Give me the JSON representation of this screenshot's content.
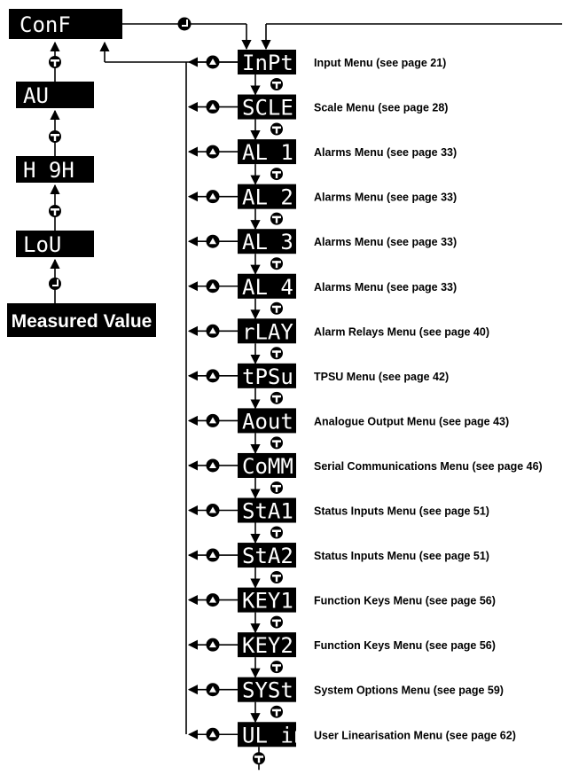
{
  "left_column": [
    {
      "display": "ConF"
    },
    {
      "display": "AU"
    },
    {
      "display": "H 9H"
    },
    {
      "display": "LoU"
    }
  ],
  "measured_value": "Measured Value",
  "menus": [
    {
      "display": "InPt",
      "label": "Input Menu (see page 21)"
    },
    {
      "display": "SCLE",
      "label": "Scale Menu (see page 28)"
    },
    {
      "display": "AL 1",
      "label": "Alarms Menu (see page 33)"
    },
    {
      "display": "AL 2",
      "label": "Alarms Menu (see page 33)"
    },
    {
      "display": "AL 3",
      "label": "Alarms Menu (see page 33)"
    },
    {
      "display": "AL 4",
      "label": "Alarms Menu (see page 33)"
    },
    {
      "display": "rLAY",
      "label": "Alarm Relays Menu (see page 40)"
    },
    {
      "display": "tPSu",
      "label": "TPSU Menu (see page 42)"
    },
    {
      "display": "Aout",
      "label": "Analogue Output Menu (see page 43)"
    },
    {
      "display": "CoMM",
      "label": "Serial Communications Menu (see page 46)"
    },
    {
      "display": "StA1",
      "label": "Status Inputs Menu (see page 51)"
    },
    {
      "display": "StA2",
      "label": "Status Inputs Menu (see page 51)"
    },
    {
      "display": "KEY1",
      "label": "Function Keys Menu (see page 56)"
    },
    {
      "display": "KEY2",
      "label": "Function Keys Menu (see page 56)"
    },
    {
      "display": "SYSt",
      "label": "System Options Menu (see page 59)"
    },
    {
      "display": "UL in",
      "label": "User Linearisation Menu (see page 62)"
    }
  ]
}
